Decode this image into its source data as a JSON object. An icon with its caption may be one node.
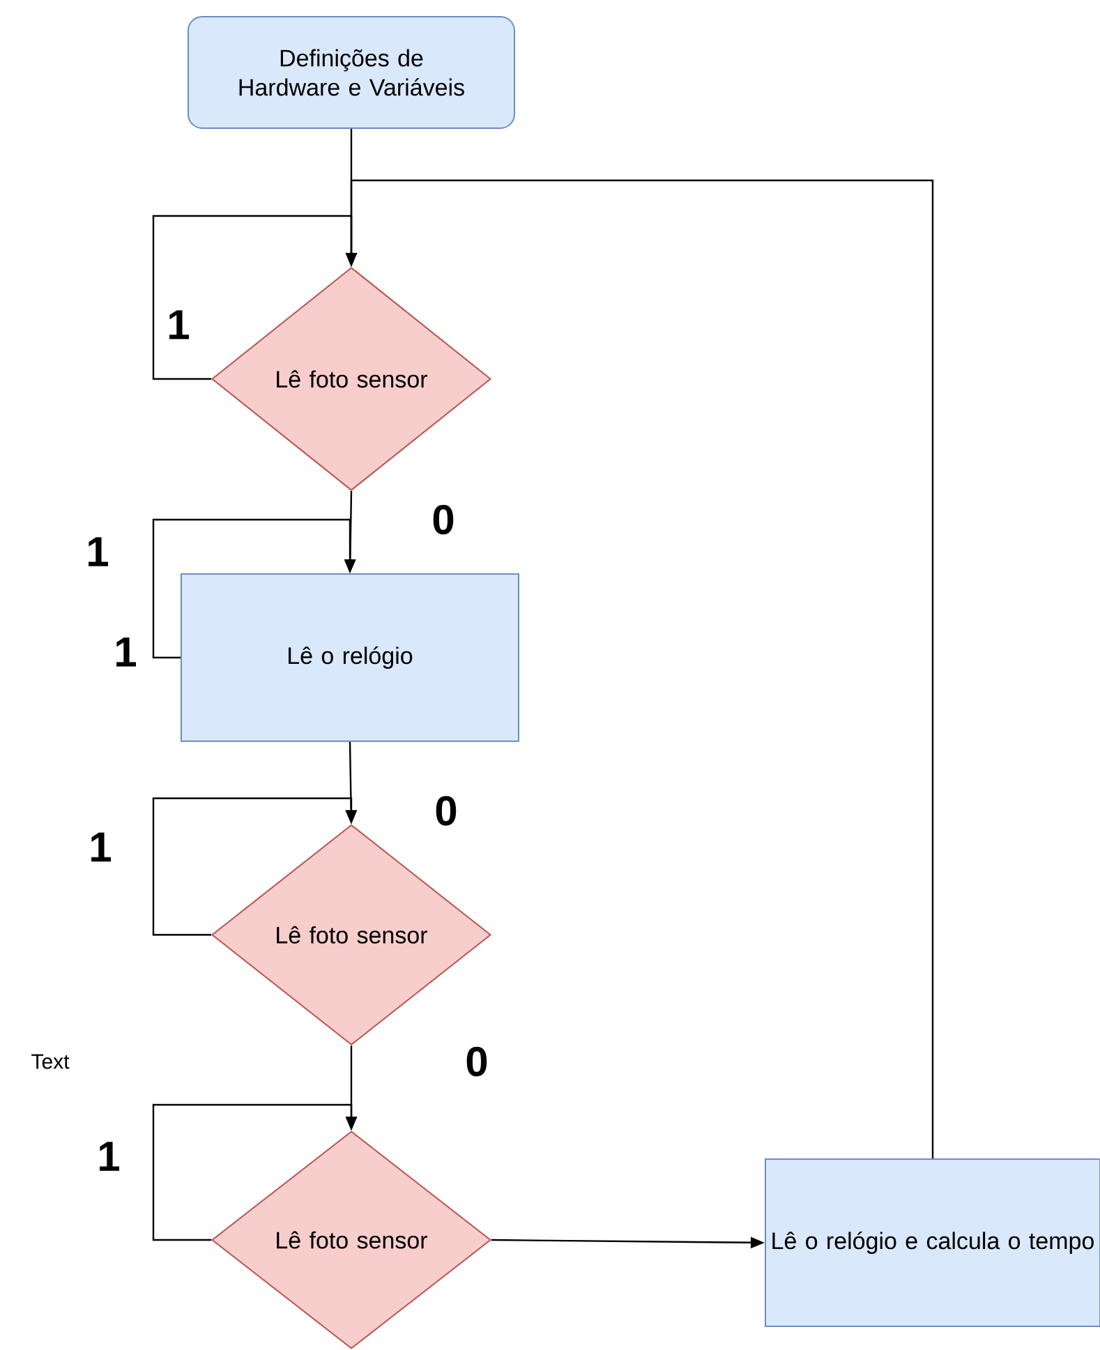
{
  "diagram": {
    "nodes": [
      {
        "text": [
          "Definições de Hardware e Variáveis"
        ]
      },
      {
        "text": [
          "Lê foto sensor"
        ]
      },
      {
        "text": [
          "Lê o relógio"
        ]
      },
      {
        "text": [
          "Lê foto sensor"
        ]
      },
      {
        "text": [
          "Lê foto sensor"
        ]
      },
      {
        "text": [
          "Lê o relógio e calcula o tempo"
        ]
      }
    ],
    "edges": [
      {
        "from": 0,
        "to": 1,
        "arrow": "to"
      },
      {
        "from": 1,
        "to": 1,
        "arrow": "to",
        "label": "1"
      },
      {
        "from": 1,
        "to": 2,
        "arrow": "to",
        "label": "0"
      },
      {
        "from": 2,
        "to": 2,
        "arrow": "to",
        "label": "1"
      },
      {
        "from": 2,
        "to": 3,
        "arrow": "to",
        "label": "0"
      },
      {
        "from": 3,
        "to": 3,
        "arrow": "to",
        "label": "1"
      },
      {
        "from": 3,
        "to": 4,
        "arrow": "to",
        "label": "0"
      },
      {
        "from": 4,
        "to": 4,
        "arrow": "to",
        "label": "1"
      },
      {
        "from": 4,
        "to": 5,
        "arrow": "to"
      },
      {
        "from": 5,
        "to": 1,
        "arrow": "to"
      }
    ],
    "labels": [
      "1",
      "Text"
    ]
  }
}
